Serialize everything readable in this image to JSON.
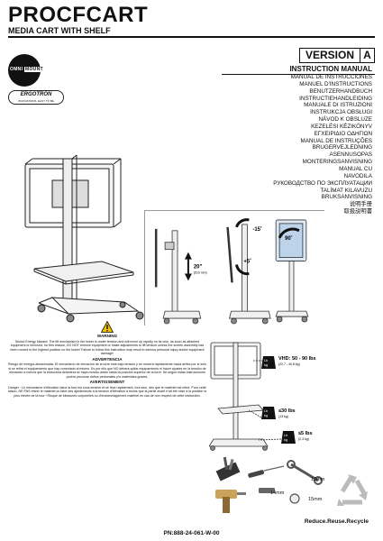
{
  "header": {
    "title": "PROCFCART",
    "subtitle": "MEDIA CART WITH SHELF",
    "version_label": "VERSION",
    "version_code": "A"
  },
  "logo": {
    "brand_left": "OMNI",
    "brand_right": "MOUNT",
    "ergotron": "ERGOTRON",
    "ergotron_sub": "INNOVATIONS. EASY TO BE"
  },
  "languages": [
    "INSTRUCTION MANUAL",
    "MANUAL DE INSTRUCCIONES",
    "MANUEL D'INSTRUCTIONS",
    "BENUTZERHANDBUCH",
    "INSTRUCTIEHANDLEIDING",
    "MANUALE DI ISTRUZIONI",
    "INSTRUKCJA OBSŁUGI",
    "NÁVOD K OBSLUZE",
    "KEZELÉSI KÉZIKÖNYV",
    "ΕΓΧΕΙΡΙΔΙΟ ΟΔΗΓΙΩΝ",
    "MANUAL DE INSTRUÇÕES",
    "BRUGERVEJLEDNING",
    "ASENNUSOPAS",
    "MONTERINGSANVISNING",
    "MANUAL CU",
    "NAVODILA",
    "РУКОВОДСТВО ПО ЭКСПЛУАТАЦИИ",
    "TALİMAT KILAVUZU",
    "BRUKSANVISNING",
    "说明手册",
    "取扱説明書"
  ],
  "adjust": {
    "tilt_down": "-15˚",
    "tilt_up": "+5˚",
    "height": "20\"",
    "height_mm": "(510 mm)",
    "rotate": "90˚"
  },
  "warnings": [
    {
      "heading": "WARNING",
      "text": "Stored Energy Hazard: The lift mechanism in the tower is under tension and will move up rapidly on its own, as soon as attached equipment is removed, for this reason, DO NOT remove equipment or make adjustments to lift tension unless the screen assembly has been moved to the highest position on the tower! Failure to follow this instruction may result in serious personal injury and/or equipment damage!"
    },
    {
      "heading": "ADVERTENCIA",
      "text": "Riesgo de energía almacenada: El mecanismo de elevación de la torre está bajo tensión y se moverá rápidamente hacia arriba por sí solo si se retira el equipamiento que hay conectado al mismo. Es por ello que NO deberá quitar equipamiento ni hacer ajustes en la tensión de elevación a menos que la estructura delantera se haya movido antes hasta la posición superior de la torre. No seguir estas instrucciones podría provocar daños personales y/o materiales graves."
    },
    {
      "heading": "AVERTISSEMENT",
      "text": "Danger : Le mécanisme d'élévation dans la tour est sous tension et se lève rapidement, tout seul, dès que le matériel est retiré. Pour cette raison, NE PAS retirer le matériel ou faire des ajustements à la tension d'élévation à moins que la partie avant n'ait été mise à la position la plus élevée de la tour ! Risque de blessures corporelles ou d'endommagement matériel en cas de non respect de cette instruction."
    }
  ],
  "weights": {
    "vhd": "VHD: 50 - 90 lbs",
    "vhd_kg": "(22,7 - 40,8 kg)",
    "shelf": "≤30 lbs",
    "shelf_kg": "(13 kg)",
    "base": "≤5 lbs",
    "base_kg": "(2,3 kg)",
    "unit": "Lb\nkg"
  },
  "tools": {
    "wrench": "13mm",
    "socket_a": "14mm",
    "socket_b": "15mm"
  },
  "footer": {
    "recycle": "Reduce.Reuse.Recycle",
    "part_number": "PN:888-24-061-W-00"
  }
}
